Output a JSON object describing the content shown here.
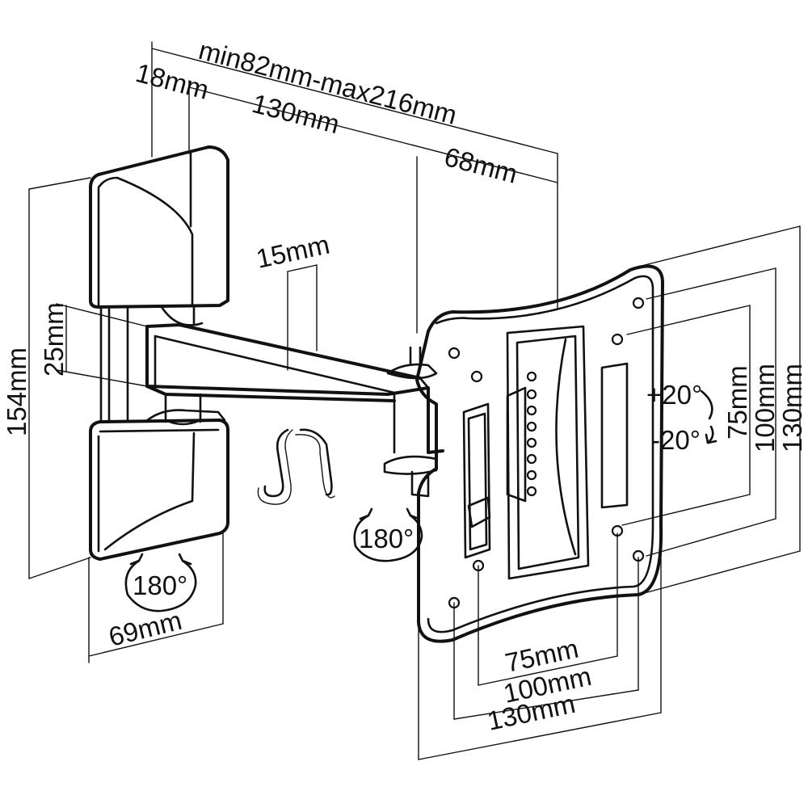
{
  "colors": {
    "line": "#111111",
    "background": "#ffffff"
  },
  "labels": {
    "reach": "min82mm-max216mm",
    "wall_offset": "18mm",
    "arm_length": "130mm",
    "head_offset": "68mm",
    "arm_gap": "15mm",
    "arm_height": "25mm",
    "plate_height": "154mm",
    "wall_swivel": "180°",
    "head_swivel": "180°",
    "plate_width": "69mm",
    "tilt_up": "+20°",
    "tilt_down": "-20°",
    "vesa_h_75": "75mm",
    "vesa_h_100": "100mm",
    "vesa_h_130": "130mm",
    "vesa_v_75": "75mm",
    "vesa_v_100": "100mm",
    "vesa_v_130": "130mm"
  }
}
